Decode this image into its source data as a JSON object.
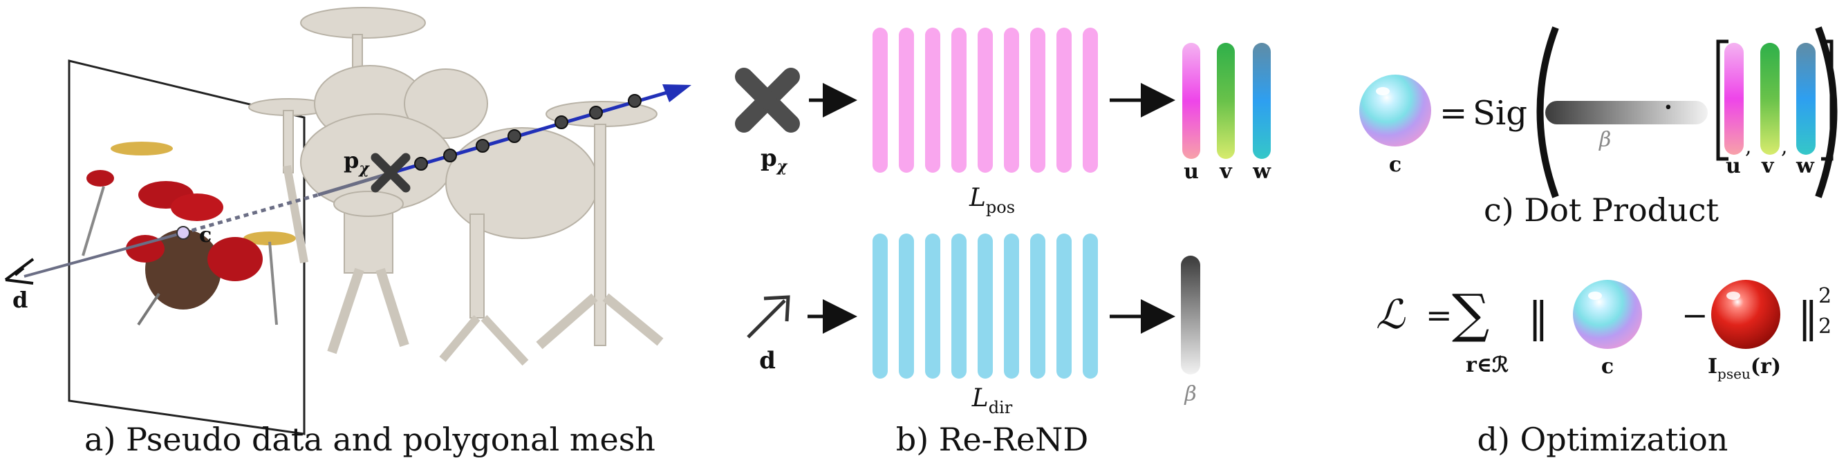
{
  "panel_a": {
    "caption": "a) Pseudo data and polygonal mesh",
    "label_p": "p",
    "label_p_sub": "χ",
    "label_c": "c",
    "label_d": "d"
  },
  "panel_b": {
    "caption": "b) Re-ReND",
    "input_pos_label": "p",
    "input_pos_sub": "χ",
    "input_dir_label": "d",
    "mlp_pos_label": "L",
    "mlp_pos_sub": "pos",
    "mlp_dir_label": "L",
    "mlp_dir_sub": "dir",
    "out_u": "u",
    "out_v": "v",
    "out_w": "w",
    "out_beta": "β",
    "colors": {
      "pos_layers": "#f9a6ee",
      "dir_layers": "#8fd8ee",
      "arrow": "#111111"
    }
  },
  "panel_c": {
    "caption": "c) Dot Product",
    "sphere_label": "c",
    "equals": "=",
    "sig": "Sig",
    "beta": "β",
    "dot": "·",
    "vec_u": "u",
    "vec_v": "v",
    "vec_w": "w",
    "comma": ","
  },
  "panel_d": {
    "caption": "d) Optimization",
    "loss_symbol": "ℒ",
    "equals": "=",
    "sum_symbol": "∑",
    "sum_index": "r∈ℛ",
    "norm_left": "‖",
    "norm_right": "‖",
    "minus": "−",
    "sup": "2",
    "sub": "2",
    "pred_label": "c",
    "target_label": "I",
    "target_sub": "pseu",
    "target_arg": "(r)"
  }
}
